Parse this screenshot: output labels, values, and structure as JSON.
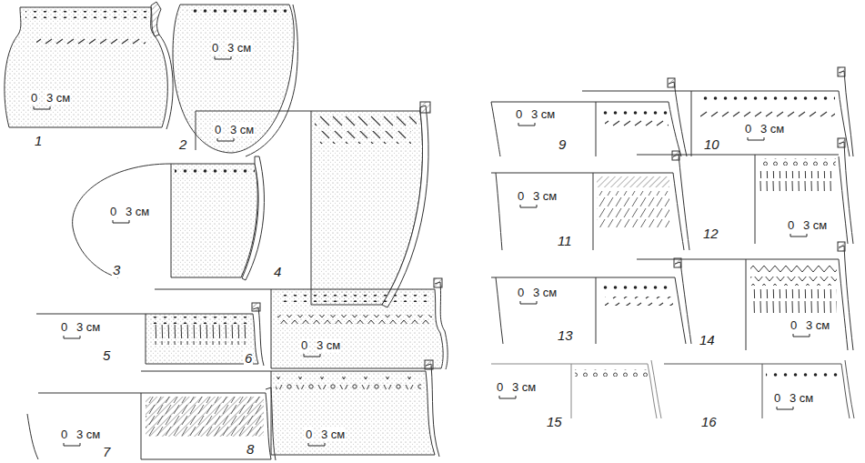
{
  "diagram": {
    "labels": [
      "0",
      "3 см",
      "1",
      "0",
      "3 см",
      "2",
      "0",
      "3 см",
      "3",
      "0",
      "3 см",
      "4",
      "0",
      "3 см",
      "5",
      "0",
      "3 см",
      "6",
      "0",
      "3 см",
      "7",
      "0",
      "3 см",
      "8",
      "0",
      "3 см",
      "9",
      "0",
      "3 см",
      "10",
      "0",
      "3 см",
      "11",
      "0",
      "3 см",
      "12",
      "0",
      "3 см",
      "13",
      "0",
      "3 см",
      "14",
      "0",
      "3 см",
      "15",
      "0",
      "3 см",
      "16"
    ]
  }
}
